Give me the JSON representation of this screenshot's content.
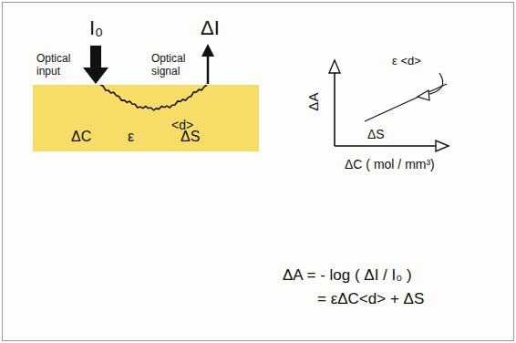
{
  "diagram": {
    "nodes": [
      {
        "text": [
          "<d>",
          "ΔC",
          "ε",
          "ΔS"
        ]
      }
    ],
    "labels": [
      "I₀",
      "Optical input",
      "ΔI",
      "Optical signal",
      "ε <d>",
      "ΔA",
      "ΔS",
      "ΔC ( mol / mm³)",
      "ΔA = - log ( ΔI / I₀ )",
      "= εΔC<d> + ΔS"
    ]
  }
}
